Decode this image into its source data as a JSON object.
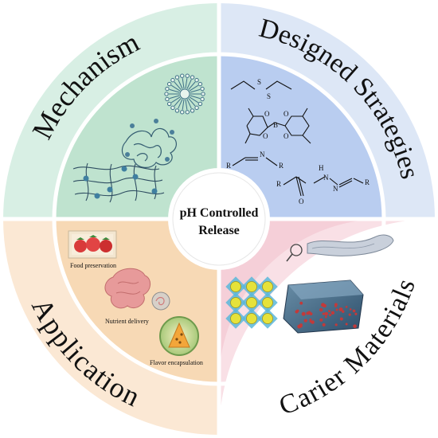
{
  "center": {
    "line1": "pH Controlled",
    "line2": "Release"
  },
  "quadrants": {
    "mechanism": {
      "title": "Mechanism",
      "color": "#d8efe4"
    },
    "strategies": {
      "title": "Designed Strategies",
      "color": "#dde7f6"
    },
    "application": {
      "title": "Application",
      "color": "#fbe8d4"
    },
    "materials": {
      "title": "Carier Materials",
      "color": "#f9e0e6"
    }
  },
  "application_items": {
    "food": "Food preservation",
    "nutrient": "Nutrient delivery",
    "flavor": "Flavor encapsulation"
  },
  "chem_atoms": {
    "s": "S",
    "o": "O",
    "b": "B",
    "r": "R",
    "n": "N",
    "h": "H"
  }
}
